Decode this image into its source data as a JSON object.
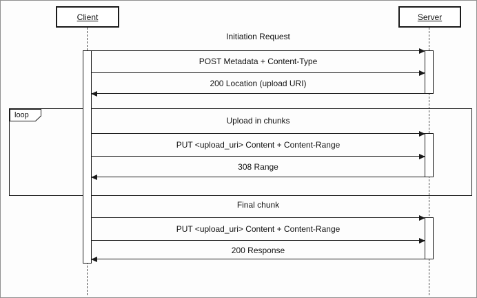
{
  "participants": {
    "client": "Client",
    "server": "Server"
  },
  "loop": {
    "label": "loop"
  },
  "messages": {
    "groups": [
      {
        "title": "Initiation Request",
        "request": "POST Metadata + Content-Type",
        "response": "200 Location (upload URI)"
      },
      {
        "title": "Upload in chunks",
        "request": "PUT <upload_uri> Content + Content-Range",
        "response": "308 Range"
      },
      {
        "title": "Final chunk",
        "request": "PUT <upload_uri> Content + Content-Range",
        "response": "200 Response"
      }
    ]
  },
  "colors": {
    "line": "#1a1a1a",
    "background": "#fdfdfd"
  }
}
